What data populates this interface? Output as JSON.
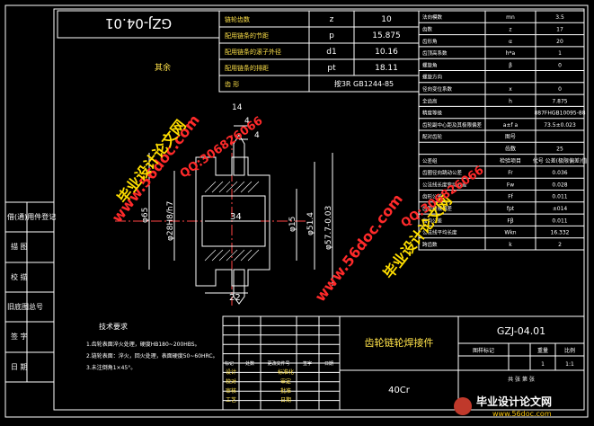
{
  "drawing": {
    "number": "GZJ-04.01",
    "number_rotated": "GZJ-04.01",
    "title": "齿轮链轮焊接件",
    "material": "40Cr",
    "label_rest": "其余"
  },
  "top_table": {
    "rows": [
      {
        "name": "链轮齿数",
        "sym": "z",
        "val": "10"
      },
      {
        "name": "配用链条的节距",
        "sym": "p",
        "val": "15.875"
      },
      {
        "name": "配用链条的滚子外径",
        "sym": "d1",
        "val": "10.16"
      },
      {
        "name": "配用链条的排距",
        "sym": "pt",
        "val": "18.11"
      },
      {
        "name": "齿  形",
        "sym": "",
        "val": "按3R  GB1244-85"
      }
    ]
  },
  "gear_table": {
    "rows": [
      {
        "name": "法向模数",
        "sym": "mn",
        "val": "3.5"
      },
      {
        "name": "齿数",
        "sym": "z",
        "val": "17"
      },
      {
        "name": "齿形角",
        "sym": "α",
        "val": "20"
      },
      {
        "name": "齿顶高系数",
        "sym": "h*a",
        "val": "1"
      },
      {
        "name": "螺旋角",
        "sym": "β",
        "val": "0"
      },
      {
        "name": "螺旋方向",
        "sym": "",
        "val": ""
      },
      {
        "name": "径向变位系数",
        "sym": "x",
        "val": "0"
      },
      {
        "name": "全齿高",
        "sym": "h",
        "val": "7.875"
      },
      {
        "name": "精度等级",
        "sym": "",
        "val": "887FHGB10095-88"
      },
      {
        "name": "齿轮副中心距及其极限偏差",
        "sym": "a±f a",
        "val": "73.5±0.023"
      },
      {
        "name": "配对齿轮",
        "sym": "图号",
        "val": ""
      },
      {
        "name": "",
        "sym": "齿数",
        "val": "25"
      },
      {
        "name": "公差组",
        "sym": "检验项目",
        "val": "代号 公差(极限偏差)值"
      },
      {
        "name": "齿圈径向跳动公差",
        "sym": "Fr",
        "val": "0.036"
      },
      {
        "name": "公法线长度变动公差",
        "sym": "Fw",
        "val": "0.028"
      },
      {
        "name": "齿形公差",
        "sym": "Ff",
        "val": "0.011"
      },
      {
        "name": "齿距极限偏差",
        "sym": "fpt",
        "val": "±014"
      },
      {
        "name": "齿向公差",
        "sym": "Fβ",
        "val": "0.011"
      },
      {
        "name": "公法线平均长度",
        "sym": "Wkn",
        "val": "16.332"
      },
      {
        "name": "跨齿数",
        "sym": "k",
        "val": "2"
      }
    ]
  },
  "left_column": [
    "借(通)用件登记",
    "描  图",
    "校  描",
    "旧底图总号",
    "签  字",
    "日  期"
  ],
  "dimensions": {
    "d1": "4",
    "d2": "4",
    "d3": "14",
    "d4": "34",
    "d5": "22",
    "d6": "φ15",
    "d7": "φ51.4",
    "d8": "φ57.7-0.03",
    "d9": "φ28H8/h7",
    "d10": "φ65"
  },
  "notes": {
    "heading": "技术要求",
    "items": [
      "1.齿轮表面淬火处理，硬度HB180~200HBS。",
      "2.链轮表面：淬火，回火处理，表面硬度50~60HRC。",
      "3.未注倒角1×45°。"
    ]
  },
  "title_block": {
    "col_labels": [
      "图样标记",
      "重量",
      "比例"
    ],
    "ratio": "1:1",
    "sheet": "共   张     第   张",
    "row_labels": [
      "标记",
      "处数",
      "更改文件号",
      "签字",
      "日期"
    ],
    "people": [
      "设计",
      "校对",
      "审核",
      "工艺"
    ],
    "people_right": [
      "标准化",
      "审定",
      "批准",
      "日期"
    ],
    "scale_val": "1"
  },
  "watermarks": {
    "site": "毕业设计论文网",
    "url": "www.56doc.com",
    "qq": "QQ:306826066",
    "logo_text": "毕业设计论文网",
    "logo_url": "www.56doc.com"
  }
}
